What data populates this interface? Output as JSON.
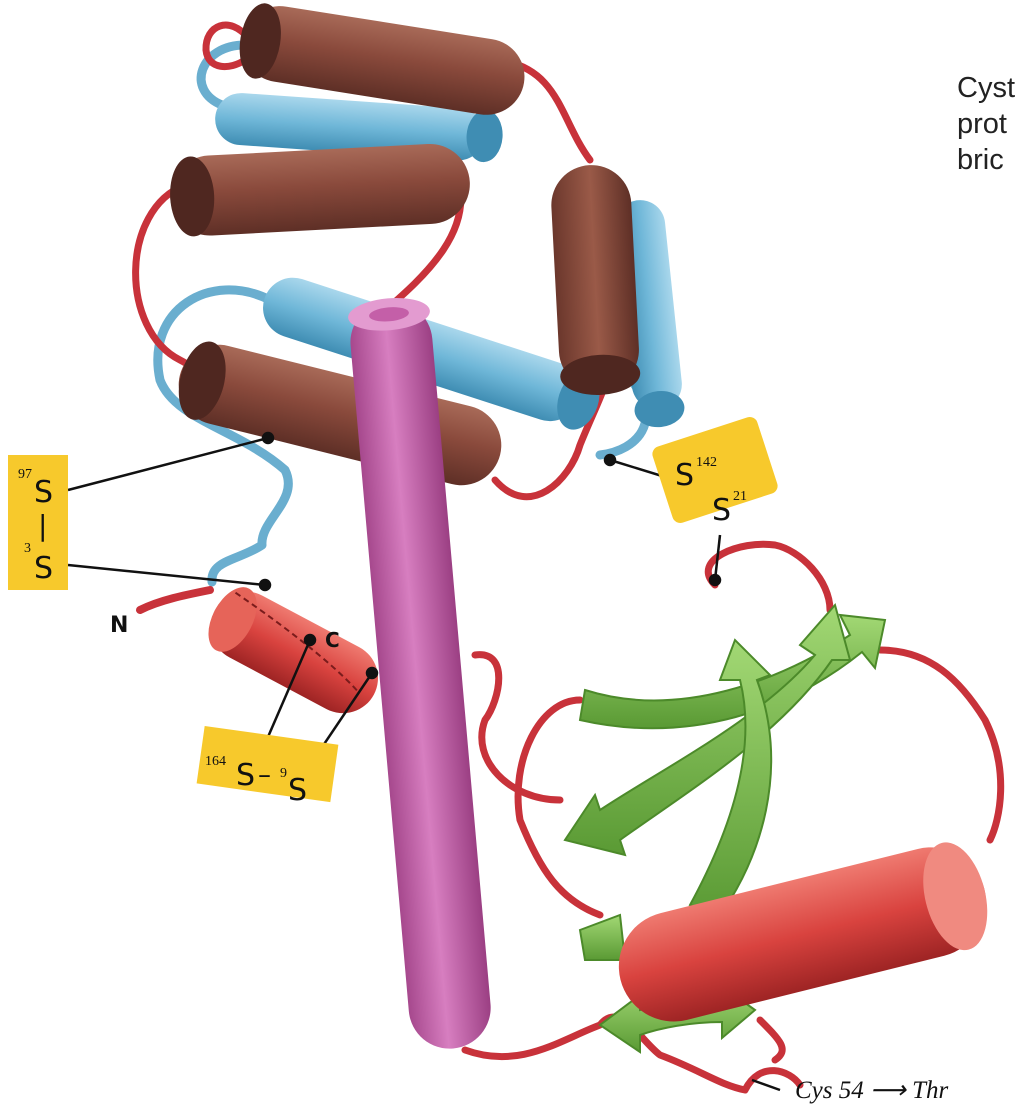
{
  "caption": {
    "line1": "Cyst",
    "line2": "prot",
    "line3": "bric"
  },
  "labels": {
    "n_terminus": "N",
    "c_terminus": "C",
    "bridge_97_3": {
      "top_sup": "97",
      "top": "S",
      "bond": "|",
      "bottom_sup": "3",
      "bottom": "S"
    },
    "bridge_142_21": {
      "left_atom": "S",
      "left_sup": "142",
      "right_atom": "S",
      "right_sup": "21"
    },
    "bridge_164_9": {
      "left_sup": "164",
      "left_atom": "S",
      "bond": "–",
      "right_sup": "9",
      "right_atom": "S"
    },
    "mutation": "Cys 54 ⟶ Thr"
  },
  "colors": {
    "helix_brown": "#8a4a3c",
    "helix_blue": "#6fb7d8",
    "helix_pink": "#cc67b0",
    "helix_red": "#d9433f",
    "sheet_green": "#7bc14f",
    "loop_red": "#c8323a",
    "loop_blue": "#6aaecf",
    "label_box_yellow": "#f7c92c"
  }
}
